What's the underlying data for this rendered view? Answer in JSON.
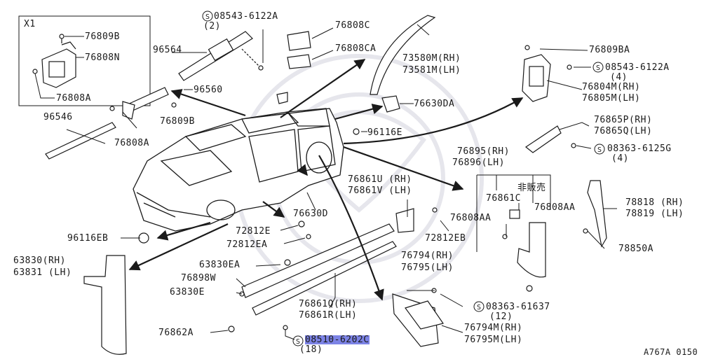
{
  "diagram": {
    "ref_code": "A767A 0150",
    "inset_label": "X1",
    "not_for_sale": "非販売",
    "watermark_circle": "S",
    "labels": [
      {
        "name": "part-76809b-inset",
        "text": "76809B"
      },
      {
        "name": "part-76808n",
        "text": "76808N"
      },
      {
        "name": "part-76808a-inset",
        "text": "76808A"
      },
      {
        "name": "part-96564",
        "text": "96564"
      },
      {
        "name": "part-96560",
        "text": "96560"
      },
      {
        "name": "part-96546",
        "text": "96546"
      },
      {
        "name": "part-76809b",
        "text": "76809B"
      },
      {
        "name": "part-76808a",
        "text": "76808A"
      },
      {
        "name": "part-08543-6122a-top",
        "text": "08543-6122A"
      },
      {
        "name": "qty-08543-6122a-top",
        "text": "(2)"
      },
      {
        "name": "part-76808c",
        "text": "76808C"
      },
      {
        "name": "part-76808ca",
        "text": "76808CA"
      },
      {
        "name": "part-73580m-rh",
        "text": "73580M(RH)"
      },
      {
        "name": "part-73581m-lh",
        "text": "73581M(LH)"
      },
      {
        "name": "part-76630da",
        "text": "76630DA"
      },
      {
        "name": "part-96116e",
        "text": "96116E"
      },
      {
        "name": "part-76809ba",
        "text": "76809BA"
      },
      {
        "name": "part-08543-6122a-right",
        "text": "08543-6122A"
      },
      {
        "name": "qty-08543-6122a-right",
        "text": "(4)"
      },
      {
        "name": "part-76804m-rh",
        "text": "76804M(RH)"
      },
      {
        "name": "part-76805m-lh",
        "text": "76805M(LH)"
      },
      {
        "name": "part-76865p-rh",
        "text": "76865P(RH)"
      },
      {
        "name": "part-76865q-lh",
        "text": "76865Q(LH)"
      },
      {
        "name": "part-08363-6125g",
        "text": "08363-6125G"
      },
      {
        "name": "qty-08363-6125g",
        "text": "(4)"
      },
      {
        "name": "part-76895-rh",
        "text": "76895(RH)"
      },
      {
        "name": "part-76896-lh",
        "text": "76896(LH)"
      },
      {
        "name": "part-76861c",
        "text": "76861C"
      },
      {
        "name": "part-76808aa-left",
        "text": "76808AA"
      },
      {
        "name": "part-76808aa-right",
        "text": "76808AA"
      },
      {
        "name": "part-78818-rh",
        "text": "78818 (RH)"
      },
      {
        "name": "part-78819-lh",
        "text": "78819 (LH)"
      },
      {
        "name": "part-78850a",
        "text": "78850A"
      },
      {
        "name": "part-76861u-rh",
        "text": "76861U (RH)"
      },
      {
        "name": "part-76861v-lh",
        "text": "76861V (LH)"
      },
      {
        "name": "part-76630d",
        "text": "76630D"
      },
      {
        "name": "part-72812e",
        "text": "72812E"
      },
      {
        "name": "part-72812ea",
        "text": "72812EA"
      },
      {
        "name": "part-72812eb",
        "text": "72812EB"
      },
      {
        "name": "part-96116eb",
        "text": "96116EB"
      },
      {
        "name": "part-63830-rh",
        "text": "63830(RH)"
      },
      {
        "name": "part-63831-lh",
        "text": "63831 (LH)"
      },
      {
        "name": "part-63830ea",
        "text": "63830EA"
      },
      {
        "name": "part-76898w",
        "text": "76898W"
      },
      {
        "name": "part-63830e",
        "text": "63830E"
      },
      {
        "name": "part-76794-rh",
        "text": "76794(RH)"
      },
      {
        "name": "part-76795-lh",
        "text": "76795(LH)"
      },
      {
        "name": "part-76861q-rh",
        "text": "76861Q(RH)"
      },
      {
        "name": "part-76861r-lh",
        "text": "76861R(LH)"
      },
      {
        "name": "part-08363-61637",
        "text": "08363-61637"
      },
      {
        "name": "qty-08363-61637",
        "text": "(12)"
      },
      {
        "name": "part-76794m-rh",
        "text": "76794M(RH)"
      },
      {
        "name": "part-76795m-lh",
        "text": "76795M(LH)"
      },
      {
        "name": "part-76862a",
        "text": "76862A"
      },
      {
        "name": "part-08510-6202c",
        "text": "08510-6202C"
      },
      {
        "name": "qty-08510-6202c",
        "text": "(18)"
      }
    ]
  },
  "colors": {
    "line": "#1a1a1a",
    "highlight": "#5a62dc",
    "watermark": "#e8e8ee"
  }
}
